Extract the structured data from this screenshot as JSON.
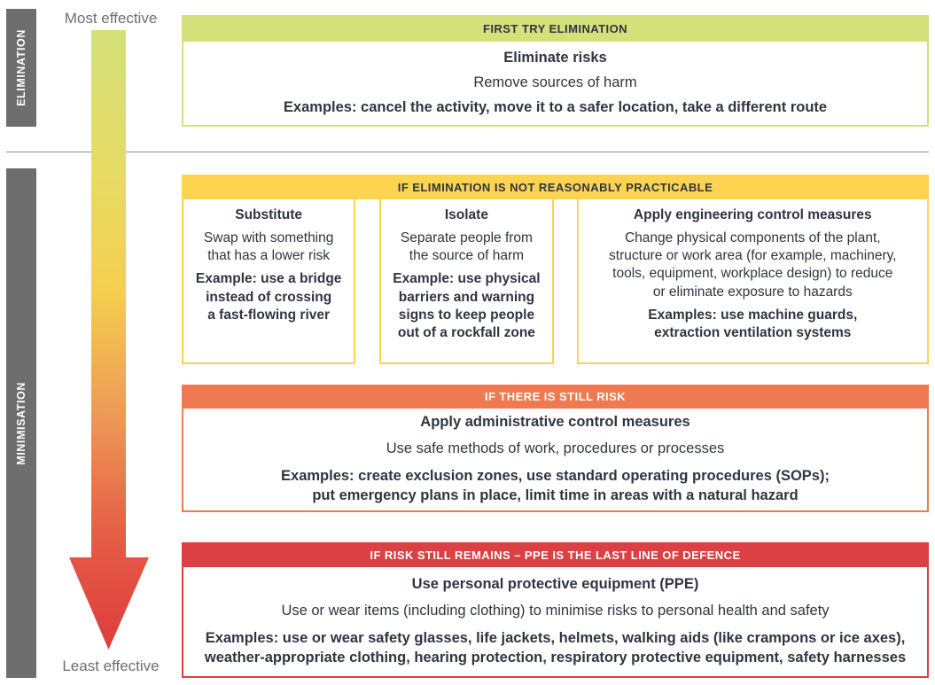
{
  "diagram": {
    "categories": [
      {
        "id": "elimination",
        "label": "ELIMINATION"
      },
      {
        "id": "minimisation",
        "label": "MINIMISATION"
      }
    ],
    "scale": {
      "top_label": "Most effective",
      "bottom_label": "Least effective",
      "gradient_colors": [
        "#d4e07a",
        "#f0d74f",
        "#ef7951",
        "#dd4043"
      ]
    },
    "colors": {
      "green": "#d4e07a",
      "yellow": "#fdd350",
      "orange": "#ef7951",
      "red": "#dd4043",
      "grey_bar": "#6e6e6e",
      "text": "#2f3542",
      "muted_text": "#6e6e6e"
    },
    "blocks": {
      "elimination": {
        "header": "FIRST TRY ELIMINATION",
        "title": "Eliminate risks",
        "description": "Remove sources of harm",
        "examples": "Examples: cancel the activity, move it to a safer location, take a different route"
      },
      "minimisation_primary": {
        "header": "IF ELIMINATION IS NOT REASONABLY PRACTICABLE",
        "items": [
          {
            "title": "Substitute",
            "description_lines": [
              "Swap with something",
              "that has a lower risk"
            ],
            "example_lines": [
              "Example: use a bridge",
              "instead of crossing",
              "a fast-flowing river"
            ]
          },
          {
            "title": "Isolate",
            "description_lines": [
              "Separate people from",
              "the source of harm"
            ],
            "example_lines": [
              "Example: use physical",
              "barriers and warning",
              "signs to keep people",
              "out of a rockfall zone"
            ]
          },
          {
            "title": "Apply engineering control measures",
            "description_lines": [
              "Change physical components of the plant,",
              "structure or work area (for example, machinery,",
              "tools, equipment, workplace design) to reduce",
              "or eliminate exposure to hazards"
            ],
            "example_lines": [
              "Examples: use machine guards,",
              "extraction ventilation systems"
            ]
          }
        ]
      },
      "administrative": {
        "header": "IF THERE IS STILL RISK",
        "title": "Apply administrative control measures",
        "description": "Use safe methods of work, procedures or processes",
        "example_lines": [
          "Examples: create exclusion zones, use standard operating procedures (SOPs);",
          "put emergency plans in place, limit time in areas with a natural hazard"
        ]
      },
      "ppe": {
        "header": "IF RISK STILL REMAINS – PPE IS THE LAST LINE OF DEFENCE",
        "title": "Use personal protective equipment (PPE)",
        "description": "Use or wear items (including clothing) to minimise risks to personal health and safety",
        "example_lines": [
          "Examples: use or wear safety glasses, life jackets, helmets, walking aids (like crampons or ice axes),",
          "weather-appropriate clothing, hearing protection, respiratory protective equipment, safety harnesses"
        ]
      }
    }
  }
}
